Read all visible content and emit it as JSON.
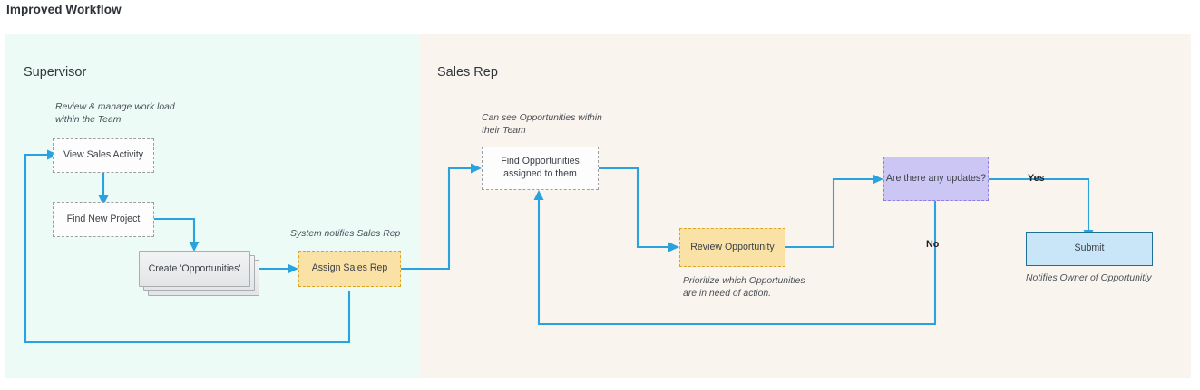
{
  "title": "Improved Workflow",
  "lanes": [
    {
      "id": "supervisor",
      "label": "Supervisor",
      "fill": "#edfbf7"
    },
    {
      "id": "salesrep",
      "label": "Sales Rep",
      "fill": "#faf4ee"
    }
  ],
  "nodes": {
    "view_sales_activity": {
      "label": "View Sales Activity",
      "shape": "dashed-rect",
      "fill": "#fdfdfd",
      "border": "#9aa0a6"
    },
    "find_new_project": {
      "label": "Find New Project",
      "shape": "dashed-rect",
      "fill": "#fdfdfd",
      "border": "#9aa0a6"
    },
    "create_opportunities": {
      "label": "Create 'Opportunities'",
      "shape": "stacked-rect",
      "fill": "#e8eaec",
      "border": "#a9aeb3"
    },
    "assign_sales_rep": {
      "label": "Assign Sales Rep",
      "shape": "dashed-rect",
      "fill": "#fae2a6",
      "border": "#d9a520"
    },
    "find_opportunities": {
      "label": "Find Opportunities assigned to them",
      "shape": "dashed-rect",
      "fill": "#fdfdfd",
      "border": "#9aa0a6"
    },
    "review_opportunity": {
      "label": "Review Opportunity",
      "shape": "dashed-rect",
      "fill": "#fae2a6",
      "border": "#d9a520"
    },
    "are_there_updates": {
      "label": "Are there any updates?",
      "shape": "dashed-rect",
      "fill": "#ccc6f4",
      "border": "#8f7de0"
    },
    "submit": {
      "label": "Submit",
      "shape": "solid-rect",
      "fill": "#c8e6f7",
      "border": "#1f6f96"
    }
  },
  "annotations": {
    "review_manage": "Review & manage work load\nwithin the Team",
    "system_notifies": "System notifies Sales Rep",
    "can_see_opportunities": "Can see Opportunities within\ntheir Team",
    "prioritize": "Prioritize which Opportunities\nare in need of action.",
    "notifies_owner": "Notifies Owner of Opportunitiy"
  },
  "edge_labels": {
    "yes": "Yes",
    "no": "No"
  },
  "colors": {
    "connector": "#29a3e0",
    "title_text": "#2b3137",
    "node_text": "#3a3f45"
  }
}
